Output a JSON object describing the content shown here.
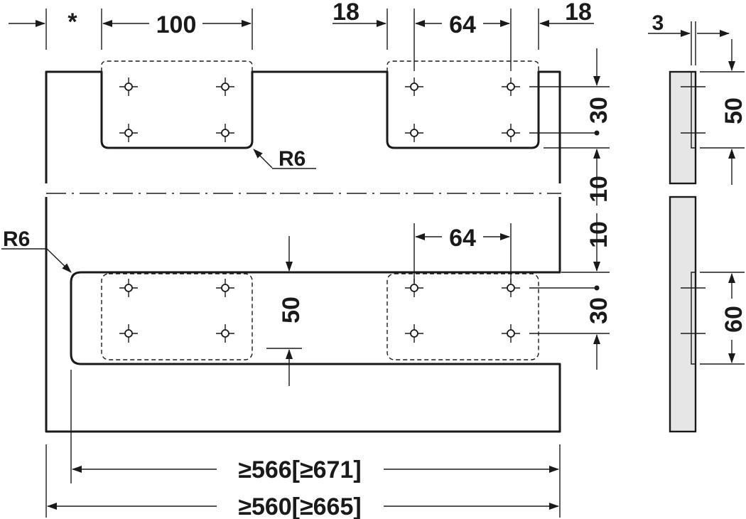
{
  "dimensions": {
    "star": "*",
    "top_width_100": "100",
    "top_gap_18_left": "18",
    "top_spacing_64": "64",
    "top_gap_18_right": "18",
    "top_hole_vertical_30": "30",
    "band_gap_10_upper": "10",
    "band_gap_10_lower": "10",
    "bottom_spacing_64": "64",
    "bottom_hole_vertical_30": "30",
    "bottom_rail_height_50": "50",
    "radius_top": "R6",
    "radius_left": "R6",
    "overall_width_inner": "≥566[≥671]",
    "overall_width_outer": "≥560[≥665]"
  },
  "side_view": {
    "thickness_3": "3",
    "upper_height_50": "50",
    "lower_height_60": "60"
  }
}
